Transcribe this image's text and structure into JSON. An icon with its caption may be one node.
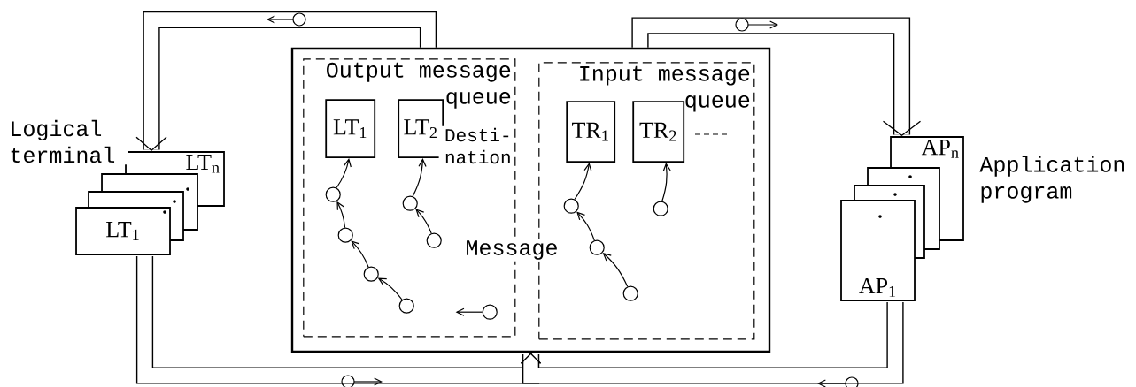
{
  "diagram": {
    "nodes": [
      {
        "text": [],
        "shape": "box"
      },
      {
        "text": [
          "Output message queue"
        ],
        "in": 0
      },
      {
        "text": [
          "Input message queue"
        ],
        "in": 0
      },
      {
        "text": [
          "LT$_{1}$"
        ],
        "in": 1
      },
      {
        "text": [
          "LT$_{2}$"
        ],
        "in": 1
      },
      {
        "text": [
          "TR$_{1}$"
        ],
        "in": 2
      },
      {
        "text": [
          "TR$_{2}$"
        ],
        "in": 2
      },
      {
        "text": [],
        "shape": "circle",
        "in": 1
      },
      {
        "text": [],
        "shape": "circle",
        "in": 1
      },
      {
        "text": [],
        "shape": "circle",
        "in": 1
      },
      {
        "text": [],
        "shape": "circle",
        "in": 1
      },
      {
        "text": [],
        "shape": "circle",
        "in": 1
      },
      {
        "text": [],
        "shape": "circle",
        "in": 1
      },
      {
        "text": [],
        "shape": "circle",
        "in": 1
      },
      {
        "text": [],
        "shape": "circle",
        "in": 2
      },
      {
        "text": [],
        "shape": "circle",
        "in": 2
      },
      {
        "text": [],
        "shape": "circle",
        "in": 2
      },
      {
        "text": [],
        "shape": "circle",
        "in": 2
      },
      {
        "text": [
          "LT$_{n}$"
        ]
      },
      {
        "text": [],
        "shape": "box"
      },
      {
        "text": [],
        "shape": "box"
      },
      {
        "text": [
          "LT$_{1}$"
        ]
      },
      {
        "text": [
          "AP$_{n}$"
        ]
      },
      {
        "text": [],
        "shape": "box"
      },
      {
        "text": [],
        "shape": "box"
      },
      {
        "text": [
          "AP$_{1}$"
        ]
      }
    ],
    "edges": [
      {
        "from": 0,
        "to": 18,
        "arrow": "to",
        "style": "thick"
      },
      {
        "from": 0,
        "to": 22,
        "arrow": "to",
        "style": "thick"
      },
      {
        "from": 21,
        "to": 0,
        "arrow": "to",
        "style": "thick"
      },
      {
        "from": 25,
        "to": 0,
        "arrow": "to",
        "style": "thick"
      },
      {
        "from": 10,
        "to": 9,
        "arrow": "to"
      },
      {
        "from": 9,
        "to": 8,
        "arrow": "to"
      },
      {
        "from": 8,
        "to": 7,
        "arrow": "to"
      },
      {
        "from": 7,
        "to": 3,
        "arrow": "to"
      },
      {
        "from": 12,
        "to": 11,
        "arrow": "to"
      },
      {
        "from": 11,
        "to": 4,
        "arrow": "to"
      },
      {
        "from": 13,
        "to": null,
        "arrow": "to"
      },
      {
        "from": 16,
        "to": 15,
        "arrow": "to"
      },
      {
        "from": 15,
        "to": 14,
        "arrow": "to"
      },
      {
        "from": 14,
        "to": 5,
        "arrow": "to"
      },
      {
        "from": 17,
        "to": 6,
        "arrow": "to"
      }
    ],
    "labels": [
      "Logical terminal",
      "Desti- nation",
      "Message",
      "Application program"
    ]
  }
}
